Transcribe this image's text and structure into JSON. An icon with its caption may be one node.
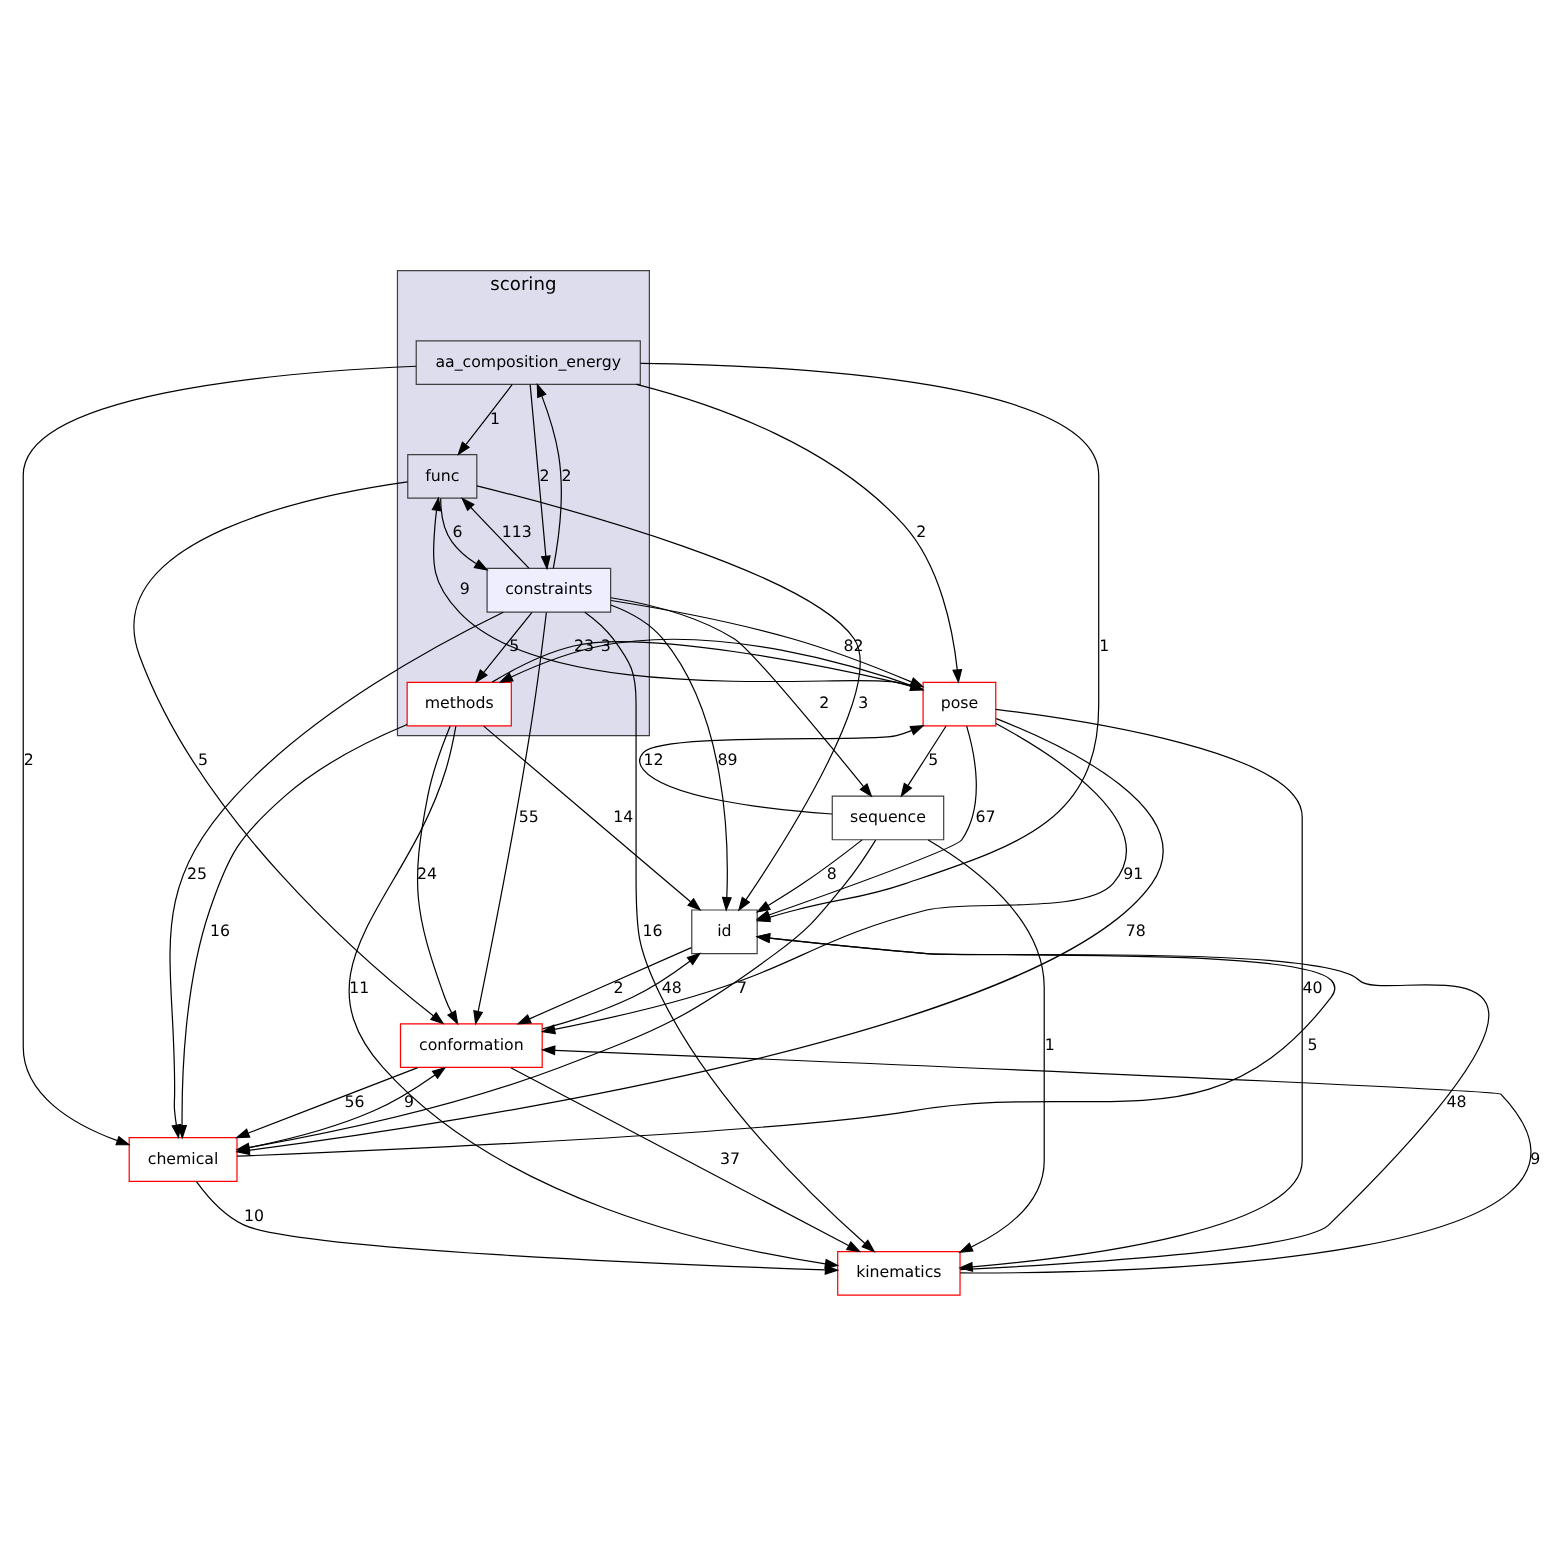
{
  "diagram": {
    "nodes": [
      {
        "text": [
          "scoring"
        ]
      },
      {
        "text": [
          "aa_composition_energy"
        ],
        "in": 0
      },
      {
        "text": [
          "func"
        ],
        "in": 0
      },
      {
        "text": [
          "constraints"
        ],
        "in": 0
      },
      {
        "text": [
          "methods"
        ],
        "in": 0
      },
      {
        "text": [
          "pose"
        ]
      },
      {
        "text": [
          "sequence"
        ]
      },
      {
        "text": [
          "id"
        ]
      },
      {
        "text": [
          "conformation"
        ]
      },
      {
        "text": [
          "chemical"
        ]
      },
      {
        "text": [
          "kinematics"
        ]
      }
    ],
    "edges": [
      {
        "from": 1,
        "to": 3,
        "arrow": "to",
        "label": "2"
      },
      {
        "from": 3,
        "to": 1,
        "arrow": "to",
        "label": "2"
      },
      {
        "from": 1,
        "to": 2,
        "arrow": "to",
        "label": "1"
      },
      {
        "from": 1,
        "to": 7,
        "arrow": "to",
        "label": "1"
      },
      {
        "from": 1,
        "to": 5,
        "arrow": "to",
        "label": "2"
      },
      {
        "from": 1,
        "to": 9,
        "arrow": "to",
        "label": "2"
      },
      {
        "from": 2,
        "to": 3,
        "arrow": "to",
        "label": "6"
      },
      {
        "from": 3,
        "to": 2,
        "arrow": "to",
        "label": "113"
      },
      {
        "from": 2,
        "to": 7,
        "arrow": "to",
        "label": "3"
      },
      {
        "from": 2,
        "to": 8,
        "arrow": "to",
        "label": "5"
      },
      {
        "from": 5,
        "to": 2,
        "arrow": "to",
        "label": "9"
      },
      {
        "from": 3,
        "to": 5,
        "arrow": "to",
        "label": "82"
      },
      {
        "from": 3,
        "to": 4,
        "arrow": "to",
        "label": "5"
      },
      {
        "from": 3,
        "to": 6,
        "arrow": "to",
        "label": "2"
      },
      {
        "from": 3,
        "to": 7,
        "arrow": "to",
        "label": "89"
      },
      {
        "from": 3,
        "to": 8,
        "arrow": "to",
        "label": "55"
      },
      {
        "from": 3,
        "to": 9,
        "arrow": "to",
        "label": "25"
      },
      {
        "from": 3,
        "to": 10,
        "arrow": "to",
        "label": "16"
      },
      {
        "from": 4,
        "to": 5,
        "arrow": "to",
        "label": "23"
      },
      {
        "from": 5,
        "to": 4,
        "arrow": "to",
        "label": "3"
      },
      {
        "from": 4,
        "to": 7,
        "arrow": "to",
        "label": "14"
      },
      {
        "from": 4,
        "to": 8,
        "arrow": "to",
        "label": "24"
      },
      {
        "from": 4,
        "to": 9,
        "arrow": "to",
        "label": "16"
      },
      {
        "from": 4,
        "to": 10,
        "arrow": "to",
        "label": "11"
      },
      {
        "from": 5,
        "to": 7,
        "arrow": "to",
        "label": "67"
      },
      {
        "from": 5,
        "to": 6,
        "arrow": "to",
        "label": "5"
      },
      {
        "from": 6,
        "to": 5,
        "arrow": "to",
        "label": "12"
      },
      {
        "from": 5,
        "to": 8,
        "arrow": "to",
        "label": "91"
      },
      {
        "from": 5,
        "to": 9,
        "arrow": "to",
        "label": "78"
      },
      {
        "from": 5,
        "to": 10,
        "arrow": "to",
        "label": "40"
      },
      {
        "from": 6,
        "to": 7,
        "arrow": "to",
        "label": "8"
      },
      {
        "from": 6,
        "to": 9,
        "arrow": "to",
        "label": "7"
      },
      {
        "from": 6,
        "to": 10,
        "arrow": "to",
        "label": "1"
      },
      {
        "from": 7,
        "to": 8,
        "arrow": "to",
        "label": "2"
      },
      {
        "from": 8,
        "to": 7,
        "arrow": "to",
        "label": "48"
      },
      {
        "from": 9,
        "to": 7,
        "arrow": "to",
        "label": "5"
      },
      {
        "from": 10,
        "to": 7,
        "arrow": "to",
        "label": "48"
      },
      {
        "from": 8,
        "to": 9,
        "arrow": "to",
        "label": "56"
      },
      {
        "from": 9,
        "to": 8,
        "arrow": "to",
        "label": "9"
      },
      {
        "from": 8,
        "to": 10,
        "arrow": "to",
        "label": "37"
      },
      {
        "from": 10,
        "to": 8,
        "arrow": "to",
        "label": "9"
      },
      {
        "from": 9,
        "to": 10,
        "arrow": "to",
        "label": "10"
      }
    ]
  }
}
